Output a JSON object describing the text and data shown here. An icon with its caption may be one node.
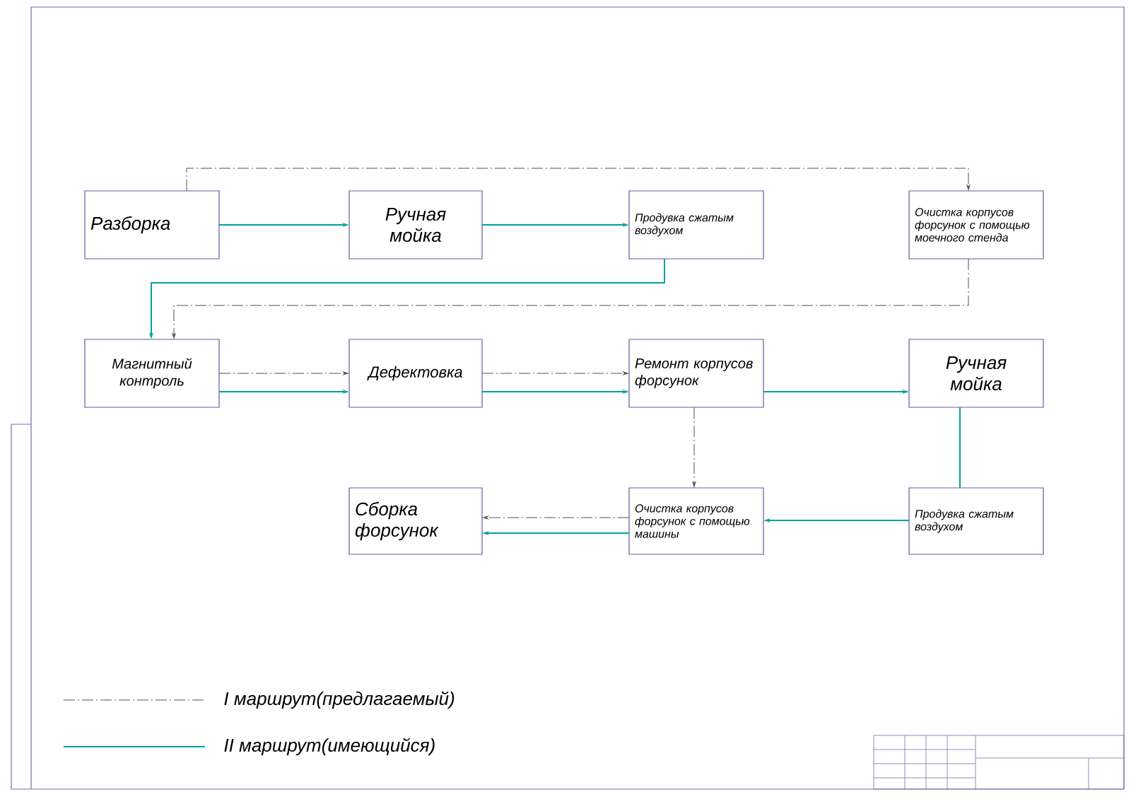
{
  "diagram": {
    "nodes": [
      {
        "text": [
          "Разборка"
        ]
      },
      {
        "text": [
          "Ручная мойка"
        ]
      },
      {
        "text": [
          "Продувка сжатым воздухом"
        ]
      },
      {
        "text": [
          "Очистка корпусов форсунок с помощью моечного стенда"
        ]
      },
      {
        "text": [
          "Магнитный контроль"
        ]
      },
      {
        "text": [
          "Дефектовка"
        ]
      },
      {
        "text": [
          "Ремонт корпусов форсунок"
        ]
      },
      {
        "text": [
          "Ручная мойка"
        ]
      },
      {
        "text": [
          "Сборка форсунок"
        ]
      },
      {
        "text": [
          "Очистка корпусов форсунок с помощью машины"
        ]
      },
      {
        "text": [
          "Продувка сжатым воздухом"
        ]
      }
    ],
    "edges": [
      {
        "from": 0,
        "to": 1,
        "arrow": "to"
      },
      {
        "from": 1,
        "to": 2,
        "arrow": "to"
      },
      {
        "from": 2,
        "to": 4,
        "arrow": "to"
      },
      {
        "from": 4,
        "to": 5,
        "arrow": "to"
      },
      {
        "from": 5,
        "to": 6,
        "arrow": "to"
      },
      {
        "from": 6,
        "to": 7,
        "arrow": "to"
      },
      {
        "from": 7,
        "to": 10,
        "arrow": "none"
      },
      {
        "from": 10,
        "to": 9,
        "arrow": "to"
      },
      {
        "from": 9,
        "to": 8,
        "arrow": "to"
      },
      {
        "from": 0,
        "to": 3,
        "arrow": "to",
        "style": "dashed",
        "color": "#505060"
      },
      {
        "from": 3,
        "to": 4,
        "arrow": "to",
        "style": "dashed",
        "color": "#505060"
      },
      {
        "from": 4,
        "to": 5,
        "arrow": "to",
        "style": "dashed",
        "color": "#505060"
      },
      {
        "from": 5,
        "to": 6,
        "arrow": "to",
        "style": "dashed",
        "color": "#505060"
      },
      {
        "from": 6,
        "to": 9,
        "arrow": "to",
        "style": "dashed",
        "color": "#505060"
      },
      {
        "from": 9,
        "to": 8,
        "arrow": "to",
        "style": "dashed",
        "color": "#505060"
      }
    ],
    "legend": [
      {
        "text": "I маршрут(предлагаемый)"
      },
      {
        "text": "II маршрут(имеющийся)"
      }
    ]
  }
}
